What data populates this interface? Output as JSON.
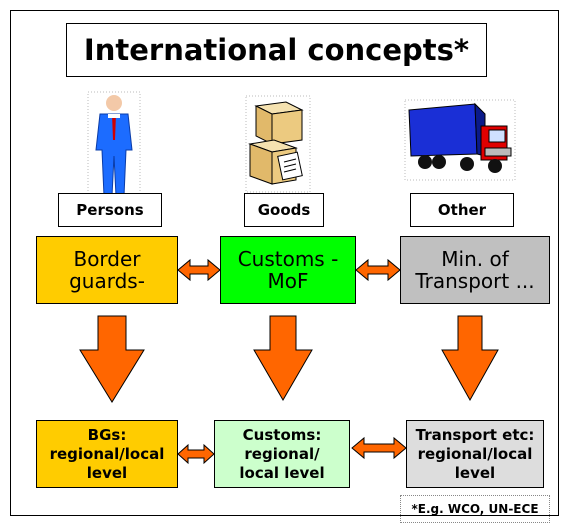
{
  "title": "International concepts*",
  "categories": {
    "persons": "Persons",
    "goods": "Goods",
    "other": "Other"
  },
  "agencies": {
    "border_guards": [
      "Border",
      "guards-"
    ],
    "customs": [
      "Customs -",
      "MoF"
    ],
    "transport": [
      "Min. of",
      "Transport ..."
    ]
  },
  "local_levels": {
    "bgs": [
      "BGs:",
      "regional/local",
      "level"
    ],
    "customs": [
      "Customs:",
      "regional/",
      "local level"
    ],
    "transport": [
      "Transport etc:",
      "regional/local",
      "level"
    ]
  },
  "footnote": "*E.g. WCO, UN-ECE",
  "colors": {
    "border_guards": "#FFCC00",
    "customs": "#00FF00",
    "transport": "#C0C0C0",
    "bgs_local": "#FFCC00",
    "customs_local": "#CCFFCC",
    "transport_local": "#DDDDDD",
    "arrow": "#FF6600"
  },
  "icons": [
    "person-icon",
    "packages-icon",
    "truck-icon"
  ]
}
